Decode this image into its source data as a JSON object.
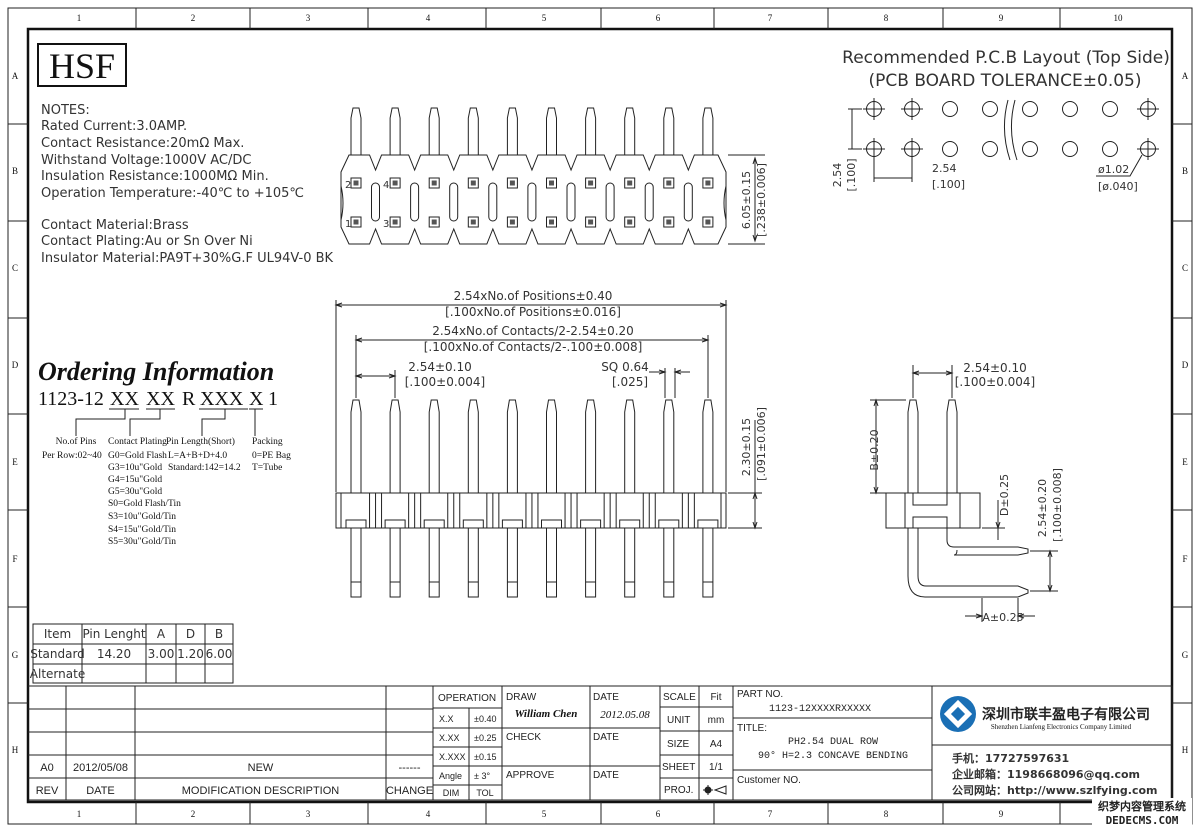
{
  "grid": {
    "cols": [
      "1",
      "2",
      "3",
      "4",
      "5",
      "6",
      "7",
      "8",
      "9",
      "10"
    ],
    "rows": [
      "A",
      "B",
      "C",
      "D",
      "E",
      "F",
      "G",
      "H"
    ]
  },
  "logo_text": "HSF",
  "notes": {
    "title": "NOTES:",
    "lines": [
      "Rated Current:3.0AMP.",
      "Contact Resistance:20mΩ Max.",
      "Withstand Voltage:1000V AC/DC",
      "Insulation Resistance:1000MΩ Min.",
      "Operation Temperature:-40℃ to +105℃",
      "Contact Material:Brass",
      "Contact Plating:Au or Sn Over Ni",
      "Insulator Material:PA9T+30%G.F UL94V-0 BK"
    ]
  },
  "ordering": {
    "title": "Ordering Information",
    "code": [
      "1123-12",
      "XX",
      "XX",
      "R",
      "XXX",
      "X",
      "1"
    ],
    "fields": [
      {
        "label": "No.of Pins",
        "lines": [
          "Per Row:02~40"
        ]
      },
      {
        "label": "Contact Plating",
        "lines": [
          "G0=Gold Flash",
          "G3=10u\"Gold",
          "G4=15u\"Gold",
          "G5=30u\"Gold",
          "S0=Gold Flash/Tin",
          "S3=10u\"Gold/Tin",
          "S4=15u\"Gold/Tin",
          "S5=30u\"Gold/Tin"
        ]
      },
      {
        "label": "Pin Length(Short)",
        "lines": [
          "L=A+B+D+4.0",
          "Standard:142=14.2"
        ]
      },
      {
        "label": "Packing",
        "lines": [
          "0=PE Bag",
          "T=Tube"
        ]
      }
    ]
  },
  "spec_table": {
    "headers": [
      "Item",
      "Pin Lenght",
      "A",
      "D",
      "B"
    ],
    "rows": [
      [
        "Standard",
        "14.20",
        "3.00",
        "1.20",
        "6.00"
      ],
      [
        "Alternate",
        "",
        "",
        "",
        ""
      ]
    ]
  },
  "revision_table": {
    "headers": [
      "REV",
      "DATE",
      "MODIFICATION DESCRIPTION",
      "CHANGE"
    ],
    "rows": [
      [
        "",
        "",
        "",
        ""
      ],
      [
        "",
        "",
        "",
        ""
      ],
      [
        "",
        "",
        "",
        ""
      ],
      [
        "A0",
        "2012/05/08",
        "NEW",
        "------"
      ]
    ]
  },
  "title_block": {
    "operation_label": "OPERATION",
    "tolerances": [
      [
        "X.X",
        "±0.40"
      ],
      [
        "X.XX",
        "±0.25"
      ],
      [
        "X.XXX",
        "±0.15"
      ],
      [
        "Angle",
        "± 3°"
      ]
    ],
    "dim_label": "DIM",
    "tol_label": "TOL",
    "draw_label": "DRAW",
    "drawer": "William Chen",
    "date_label": "DATE",
    "draw_date": "2012.05.08",
    "check_label": "CHECK",
    "approve_label": "APPROVE",
    "scale_label": "SCALE",
    "scale": "Fit",
    "unit_label": "UNIT",
    "unit": "mm",
    "size_label": "SIZE",
    "size": "A4",
    "sheet_label": "SHEET",
    "sheet": "1/1",
    "proj_label": "PROJ.",
    "part_no_label": "PART NO.",
    "part_no": "1123-12XXXXRXXXXX",
    "title_label": "TITLE:",
    "title_lines": [
      "PH2.54 DUAL ROW",
      "90° H=2.3 CONCAVE BENDING"
    ],
    "customer_label": "Customer NO."
  },
  "company": {
    "name_cn": "深圳市联丰盈电子有限公司",
    "name_en": "Shenzhen Lianfeng Electronics Company Limited",
    "phone": "手机：17727597631",
    "email": "企业邮箱：1198668096@qq.com",
    "website": "公司网站：http://www.szlfying.com",
    "brand_color": "#1a6fb5"
  },
  "watermark": {
    "line1": "织梦内容管理系统",
    "line2": "DEDECMS.COM"
  },
  "pcb_layout": {
    "title": "Recommended P.C.B Layout (Top Side)",
    "subtitle": "(PCB BOARD TOLERANCE±0.05)",
    "row_pitch": "2.54",
    "row_pitch_in": "[.100]",
    "col_pitch": "2.54",
    "col_pitch_in": "[.100]",
    "hole_dia": "ø1.02",
    "hole_dia_in": "[ø.040]"
  },
  "top_view": {
    "pin_labels": [
      "2",
      "4",
      "1",
      "3"
    ],
    "height_dim": "6.05±0.15",
    "height_dim_in": "[.238±0.006]"
  },
  "front_view": {
    "overall": "2.54xNo.of Positions±0.40",
    "overall_in": "[.100xNo.of Positions±0.016]",
    "span": "2.54xNo.of Contacts/2-2.54±0.20",
    "span_in": "[.100xNo.of Contacts/2-.100±0.008]",
    "pitch": "2.54±0.10",
    "pitch_in": "[.100±0.004]",
    "sq": "SQ 0.64",
    "sq_in": "[.025]",
    "body_h": "2.30±0.15",
    "body_h_in": "[.091±0.006]"
  },
  "side_view": {
    "pitch": "2.54±0.10",
    "pitch_in": "[.100±0.004]",
    "b_dim": "B±0.20",
    "d_dim": "D±0.25",
    "row_pitch": "2.54±0.20",
    "row_pitch_in": "[.100±0.008]",
    "a_dim": "A±0.25"
  }
}
